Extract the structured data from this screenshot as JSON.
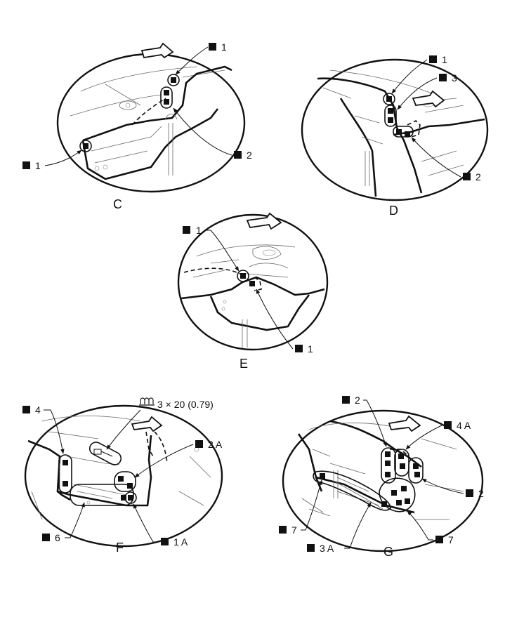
{
  "views": [
    {
      "id": "C",
      "caption": "C",
      "callouts": [
        "1",
        "1",
        "2"
      ]
    },
    {
      "id": "D",
      "caption": "D",
      "callouts": [
        "1",
        "3",
        "2"
      ]
    },
    {
      "id": "E",
      "caption": "E",
      "callouts": [
        "1",
        "1"
      ]
    },
    {
      "id": "F",
      "caption": "F",
      "callouts": [
        "4",
        "2 A",
        "6",
        "1 A"
      ],
      "screw_spec": "3 × 20 (0.79)"
    },
    {
      "id": "G",
      "caption": "G",
      "callouts": [
        "2",
        "4 A",
        "2",
        "7",
        "3 A",
        "7"
      ]
    }
  ],
  "icons": {
    "marker": "filled-square",
    "screw": "screw-icon",
    "arrow": "direction-arrow"
  },
  "colors": {
    "line": "#111111",
    "background": "#ffffff"
  }
}
